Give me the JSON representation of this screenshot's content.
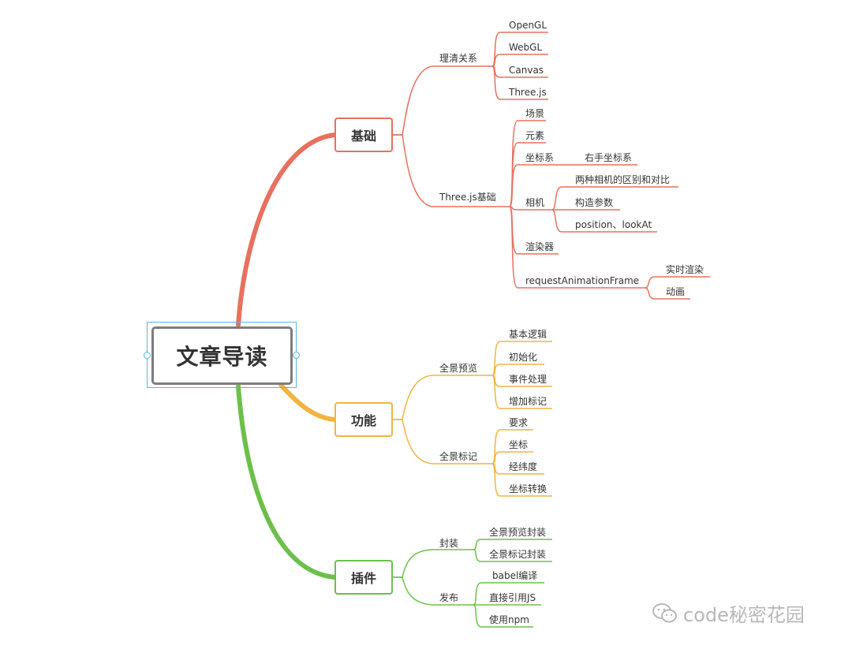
{
  "root": {
    "label": "文章导读"
  },
  "branches": [
    {
      "label": "基础",
      "color": "#e8705f"
    },
    {
      "label": "功能",
      "color": "#f2b440"
    },
    {
      "label": "插件",
      "color": "#6cc04a"
    }
  ],
  "basics": {
    "relation": {
      "label": "理清关系",
      "items": [
        "OpenGL",
        "WebGL",
        "Canvas",
        "Three.js"
      ]
    },
    "threejs": {
      "label": "Three.js基础",
      "scene": "场景",
      "element": "元素",
      "coord": {
        "label": "坐标系",
        "child": "右手坐标系"
      },
      "camera": {
        "label": "相机",
        "items": [
          "两种相机的区别和对比",
          "构造参数",
          "position、lookAt"
        ]
      },
      "renderer": "渲染器",
      "raf": {
        "label": "requestAnimationFrame",
        "items": [
          "实时渲染",
          "动画"
        ]
      }
    }
  },
  "features": {
    "preview": {
      "label": "全景预览",
      "items": [
        "基本逻辑",
        "初始化",
        "事件处理",
        "增加标记"
      ]
    },
    "marker": {
      "label": "全景标记",
      "items": [
        "要求",
        "坐标",
        "经纬度",
        "坐标转换"
      ]
    }
  },
  "plugins": {
    "wrap": {
      "label": "封装",
      "items": [
        "全景预览封装",
        "全景标记封装"
      ]
    },
    "publish": {
      "label": "发布",
      "items": [
        "babel编译",
        "直接引用JS",
        "使用npm"
      ]
    }
  },
  "watermark": "code秘密花园"
}
